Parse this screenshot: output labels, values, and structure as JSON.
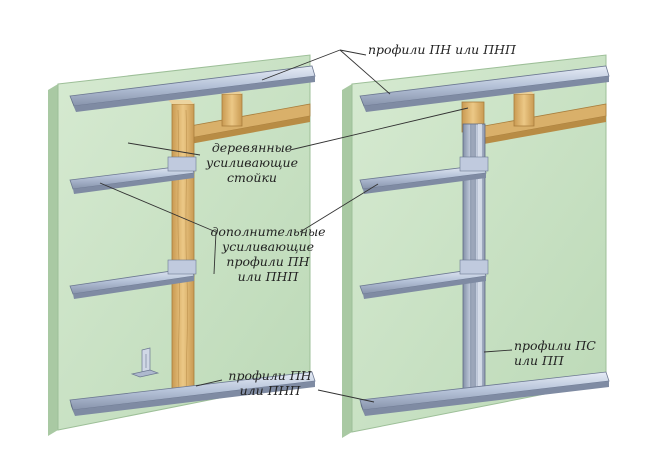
{
  "labels": {
    "top_profiles": "профили ПН или ПНП",
    "wood_studs": [
      "деревянные",
      "усиливающие",
      "стойки"
    ],
    "extra_profiles": [
      "дополнительные",
      "усиливающие",
      "профили ПН",
      "или ПНП"
    ],
    "bottom_profiles": [
      "профили ПН",
      "или ПНП"
    ],
    "ps_profiles": [
      "профили ПС",
      "или ПП"
    ]
  },
  "colors": {
    "board": "#c9e2c5",
    "board_edge": "#9dbf98",
    "metal": "#b8c4d9",
    "metal_dark": "#7d8aa3",
    "wood": "#e2be78",
    "wood_dark": "#b88c45"
  }
}
